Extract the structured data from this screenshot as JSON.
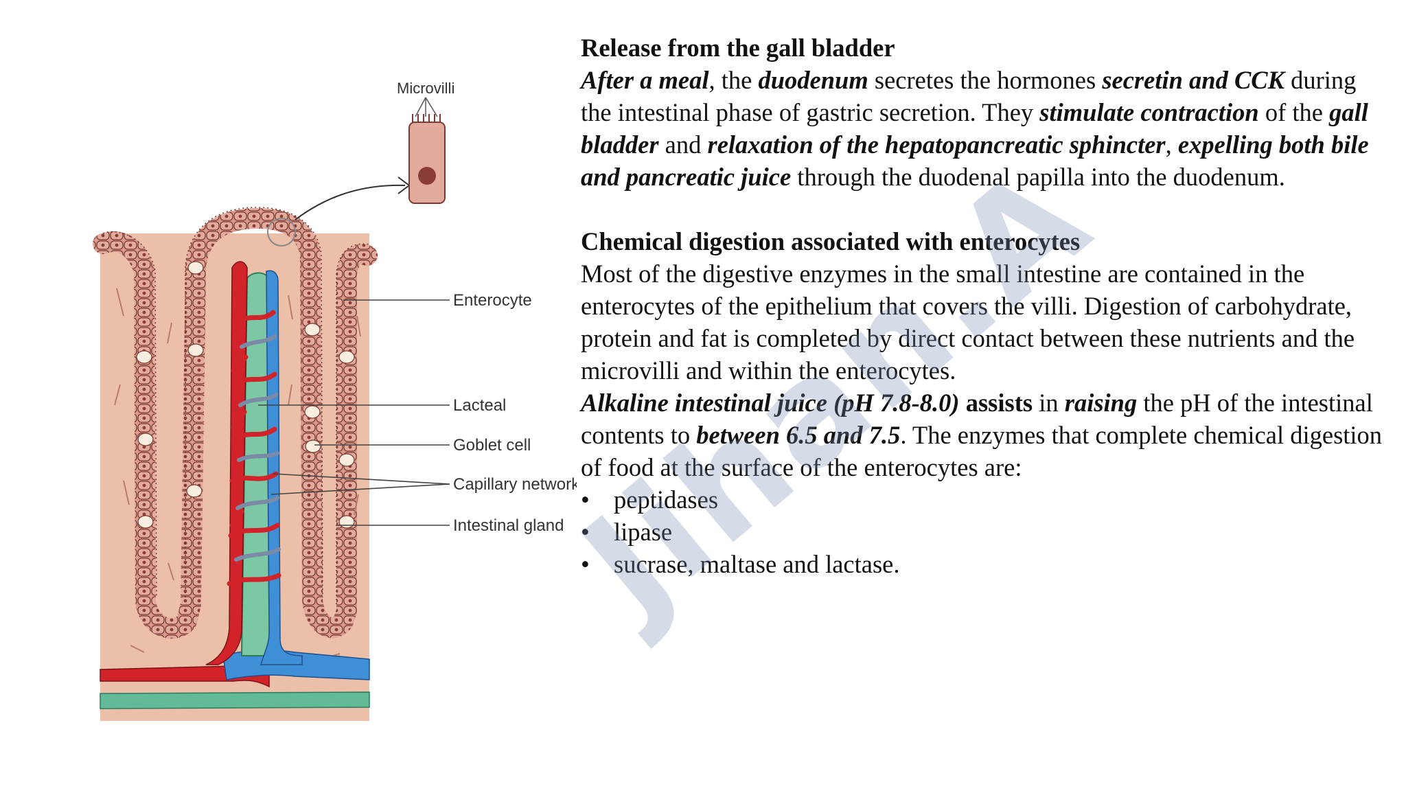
{
  "figure": {
    "labels": {
      "microvilli": "Microvilli",
      "enterocyte": "Enterocyte",
      "lacteal": "Lacteal",
      "goblet_cell": "Goblet cell",
      "capillary_network": "Capillary network",
      "intestinal_gland": "Intestinal gland"
    }
  },
  "watermark": "Jihan.A",
  "section1": {
    "heading": "Release from the gall bladder",
    "p1": {
      "a": "After a meal",
      "b": ", the ",
      "c": "duodenum",
      "d": " secretes the hormones ",
      "e": "secretin and CCK",
      "f": " during the intestinal phase of gastric secretion. They ",
      "g": "stimulate contraction",
      "h": " of the ",
      "i": "gall bladder",
      "j": " and ",
      "k": "relaxation of the hepatopancreatic sphincter",
      "l": ", ",
      "m": "expelling both bile and pancreatic juice",
      "n": " through the duodenal papilla into the duodenum."
    }
  },
  "section2": {
    "heading": "Chemical digestion associated with enterocytes",
    "p1": "Most of the digestive enzymes in the small intestine are contained in the enterocytes of the epithelium that covers the villi. Digestion of carbohydrate, protein and fat is completed by direct contact between these nutrients and the microvilli and within the enterocytes.",
    "p2": {
      "a": "Alkaline intestinal juice (pH 7.8-8.0)",
      "b": " ",
      "c": "assists",
      "d": " in ",
      "e": "raising",
      "f": " the pH of the intestinal contents to ",
      "g": "between 6.5 and 7.5",
      "h": ". The enzymes that complete chemical digestion of food at the surface of the enterocytes are:"
    },
    "bullets": [
      "peptidases",
      "lipase",
      "sucrase, maltase and lactase."
    ]
  }
}
